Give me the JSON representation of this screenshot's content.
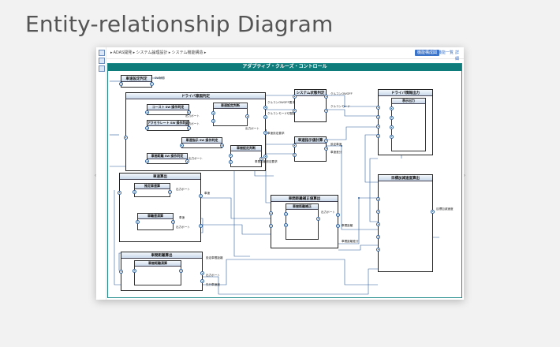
{
  "page": {
    "title": "Entity-relationship Diagram"
  },
  "toolbar": {
    "breadcrumb": "▸ ADAS開発 ▸ システム論理設計 ▸ システム機能構造 ▸",
    "primary": "機能構成図",
    "link1": "機能一覧",
    "link2": "詳細"
  },
  "diagram": {
    "title": "アダプティブ・クルーズ・コントロール",
    "blocks": {
      "speed_set": "車速設定判定",
      "driver_intent": "ドライバ意図判定",
      "coast_sw": "コースト SW 操作判定",
      "accel_sw": "アクセラレート SW 操作判定",
      "speed_cmd_sw": "車速指示 SW 操作判定",
      "dist_sw": "車間距離 SW 操作判定",
      "speed_setting": "車速設定判断",
      "dist_setting": "車間設定判断",
      "system_state": "システム状態判定",
      "vehicle_ctrl": "車速指示値計算",
      "driver_info": "ドライバ情報出力",
      "display_out": "表示出力",
      "speed_calc": "車速算出",
      "speed_est": "推定車速算",
      "speed_chk": "車輪速演算",
      "dist_ctrl": "車間距離補正値算出",
      "dist_sub": "車間距離補正",
      "accel_ctrl": "車間距離算出",
      "accel_sub": "車間距離演算",
      "target_out": "目標加減速度算出"
    },
    "signals": {
      "s1": "SW状態",
      "s2": "出力ポート",
      "s3": "出力ポート",
      "s4": "出力ポート",
      "s5": "出力ポート",
      "s6": "クルコンON/OFF要求",
      "s7": "クルコンモード切替要求",
      "s8": "車速設定要求",
      "s9": "車間距離設定要求",
      "s10": "クルコンON/OFF",
      "s11": "クルコンモード",
      "s12": "設定車速",
      "s13": "車速差分",
      "s14": "車速",
      "s15": "出力ポート",
      "s16": "車速",
      "s17": "出力ポート",
      "s18": "車間距離",
      "s19": "車間距離差分",
      "s20": "設定車間距離",
      "s21": "出力ポート",
      "s22": "先行車速度",
      "s23": "目標加減速度"
    }
  }
}
